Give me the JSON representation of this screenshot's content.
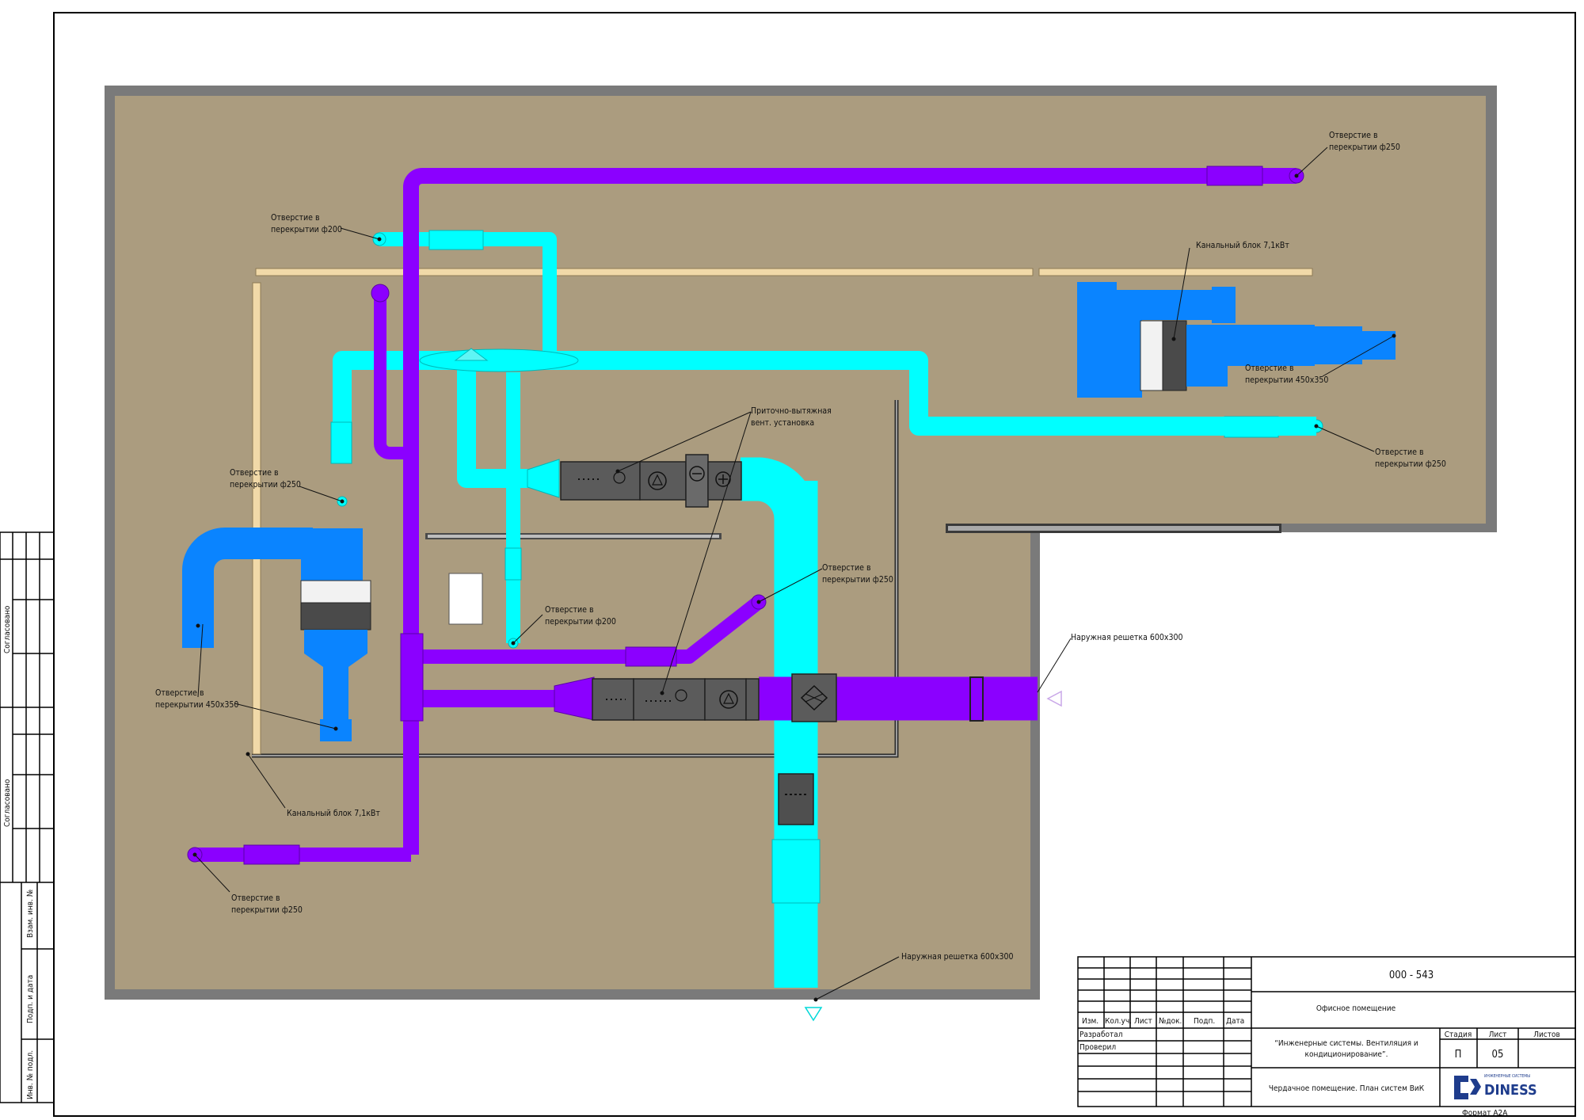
{
  "colors": {
    "background": "#ffffff",
    "floor": "#ab9c7f",
    "wall": "#707070",
    "supply_duct": "#00ffff",
    "exhaust_duct": "#8b00ff",
    "split_unit_duct": "#0a84ff",
    "beam": "#f1d9a8",
    "equipment": "#5b5b5b",
    "logo": "#1e3c8c"
  },
  "annotations": {
    "hole_250_top_right": [
      "Отверстие в",
      "перекрытии ф250"
    ],
    "hole_200_top": [
      "Отверстие в",
      "перекрытии ф200"
    ],
    "channel_unit_right": "Канальный блок 7,1кВт",
    "hole_450_right": [
      "Отверстие в",
      "перекрытии 450x350"
    ],
    "hole_250_right": [
      "Отверстие в",
      "перекрытии ф250"
    ],
    "ahu_label": [
      "Приточно-вытяжная",
      "вент. установка"
    ],
    "hole_250_left": [
      "Отверстие в",
      "перекрытии ф250"
    ],
    "hole_250_center": [
      "Отверстие в",
      "перекрытии ф250"
    ],
    "hole_200_center": [
      "Отверстие в",
      "перекрытии ф200"
    ],
    "grille_right": "Наружная решетка 600x300",
    "hole_450_left": [
      "Отверстие в",
      "перекрытии 450x350"
    ],
    "channel_unit_left": "Канальный блок 7,1кВт",
    "hole_250_bottom_left": [
      "Отверстие в",
      "перекрытии ф250"
    ],
    "grille_bottom": "Наружная решетка 600x300"
  },
  "side_stamp": {
    "agreed_1": "Согласовано",
    "agreed_2": "Согласовано",
    "inv_replace": "Взам. инв. №",
    "sign_date": "Подп. и дата",
    "inv_orig": "Инв. № подл."
  },
  "title_block": {
    "code": "000 - 543",
    "object": "Офисное помещение",
    "headers": [
      "Изм.",
      "Кол.уч.",
      "Лист",
      "№док.",
      "Подп.",
      "Дата"
    ],
    "developed": "Разработал",
    "checked": "Проверил",
    "system": [
      "“Инженерные системы. Вентиляция и",
      "кондиционирование”."
    ],
    "stage_label": "Стадия",
    "sheet_label": "Лист",
    "sheets_label": "Листов",
    "stage": "П",
    "sheet": "05",
    "sheets": "",
    "drawing": "Чердачное помещение. План систем ВиК",
    "logo_text": "DINESS",
    "logo_sub": "ИНЖЕНЕРНЫЕ СИСТЕМЫ",
    "format": "Формат А2А"
  }
}
